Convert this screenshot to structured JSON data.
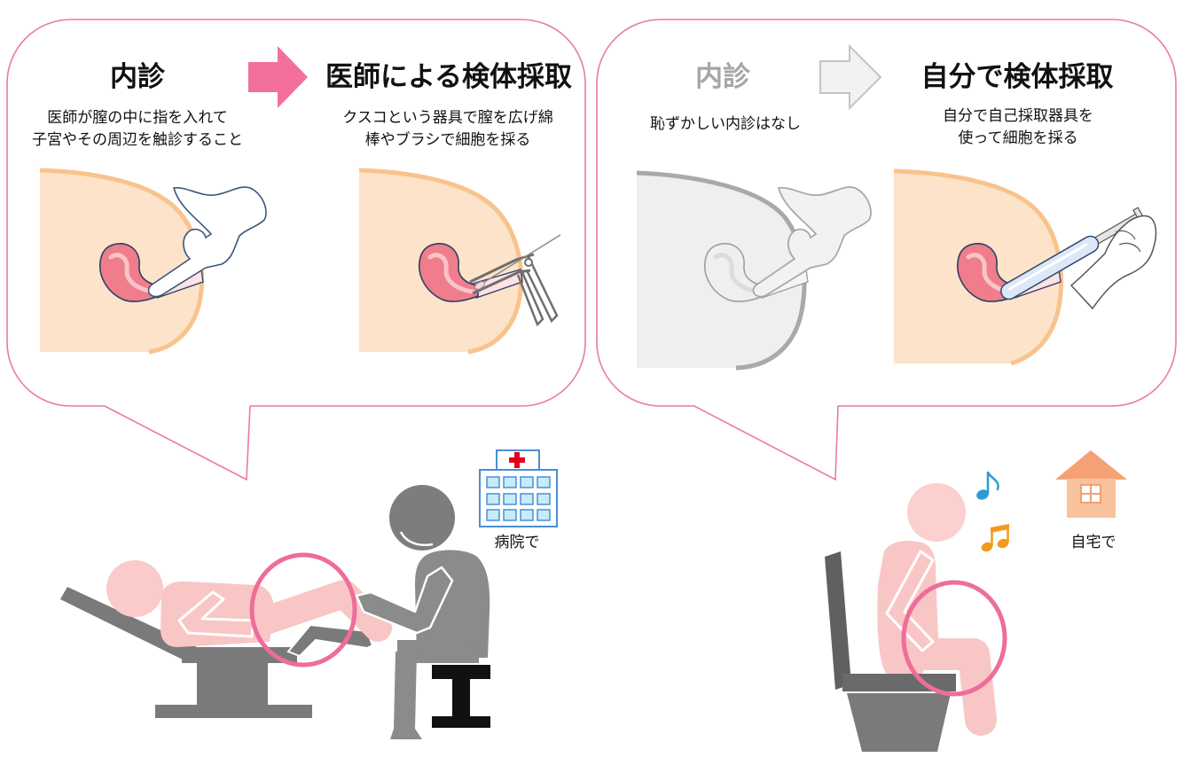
{
  "comparison": {
    "clinic": {
      "exam": {
        "title": "内診",
        "description": [
          "医師が膣の中に指を入れて",
          "子宮やその周辺を触診すること"
        ]
      },
      "sampling": {
        "title": "医師による検体採取",
        "description": [
          "クスコという器具で膣を広げ綿",
          "棒やブラシで細胞を採る"
        ]
      },
      "arrow_icon": "arrow-right-icon"
    },
    "self": {
      "exam": {
        "title": "内診",
        "description": [
          "恥ずかしい内診はなし"
        ]
      },
      "sampling": {
        "title": "自分で検体採取",
        "description": [
          "自分で自己採取器具を",
          "使って細胞を採る"
        ]
      },
      "arrow_icon": "arrow-right-outline-icon"
    }
  },
  "scenes": {
    "hospital": {
      "label": "病院で",
      "icon": "hospital-icon"
    },
    "home": {
      "label": "自宅で",
      "icon": "house-icon",
      "decoration_icons": [
        "music-note-icon",
        "music-notes-icon"
      ]
    }
  },
  "colors": {
    "bubble_border": "#ea7aa1",
    "arrow_active": "#f36f9c",
    "arrow_inactive": "#f2f2f2",
    "highlight_circle": "#ee6d99",
    "skin_fill": "#fde3ca",
    "skin_outline": "#f9c38d",
    "person_pink": "#f9c6c6",
    "title_muted": "#a6a6a6",
    "hospital_cross": "#e5001a",
    "house_roof": "#f4a275"
  }
}
